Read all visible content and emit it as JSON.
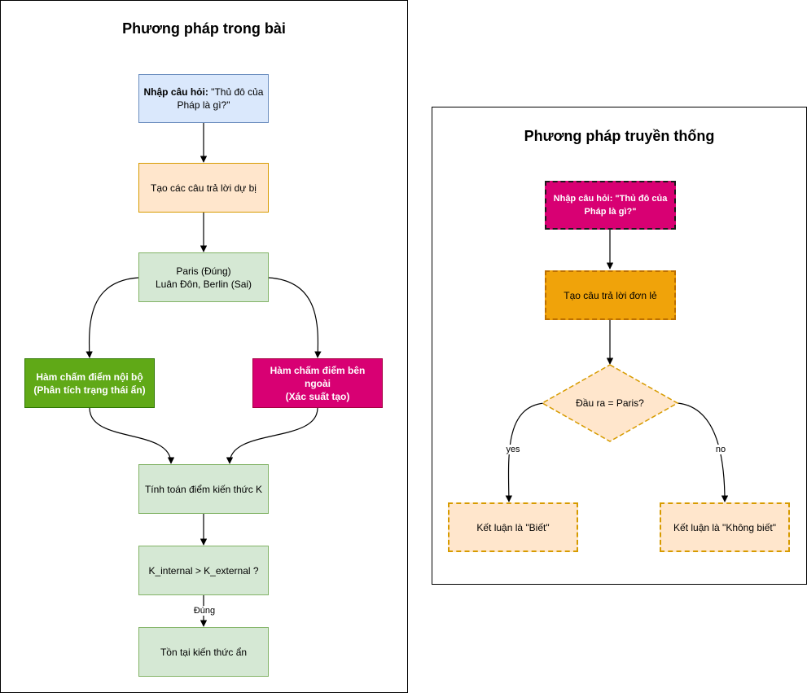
{
  "left_panel": {
    "title": "Phương pháp trong bài",
    "nodes": {
      "input": {
        "bold": "Nhập câu hỏi:",
        "rest": " \"Thủ đô của",
        "line2": "Pháp là gì?\""
      },
      "generate": "Tạo các câu trả lời dự bị",
      "candidates": {
        "line1": "Paris (Đúng)",
        "line2": "Luân Đôn, Berlin (Sai)"
      },
      "internal": {
        "line1": "Hàm chấm điểm nội bộ",
        "line2": "(Phân tích trạng thái ẩn)"
      },
      "external": {
        "line1": "Hàm chấm điểm bên ngoài",
        "line2": "(Xác suất tạo)"
      },
      "compute": "Tính toán điểm kiến thức K",
      "compare": "K_internal > K_external ?",
      "exists": "Tồn tại kiến thức ẩn"
    },
    "edge_labels": {
      "yes_true": "Đúng"
    }
  },
  "right_panel": {
    "title": "Phương pháp truyền thống",
    "nodes": {
      "input": {
        "line1": "Nhập câu hỏi: \"Thủ đô của",
        "line2": "Pháp là gì?\""
      },
      "single": "Tạo câu trả lời đơn lẻ",
      "decision": "Đầu ra = Paris?",
      "know": "Kết luận là \"Biết\"",
      "dont_know": "Kết luận là \"Không biết\""
    },
    "edge_labels": {
      "yes": "yes",
      "no": "no"
    }
  },
  "colors": {
    "blue_fill": "#dae8fc",
    "blue_stroke": "#6c8ebf",
    "orange_fill": "#ffe6cc",
    "orange_stroke": "#d79b00",
    "green_fill": "#d5e8d4",
    "green_stroke": "#82b366",
    "dark_green": "#60a917",
    "magenta": "#d80073",
    "amber": "#f0a30a",
    "amber_stroke": "#bd7000"
  }
}
